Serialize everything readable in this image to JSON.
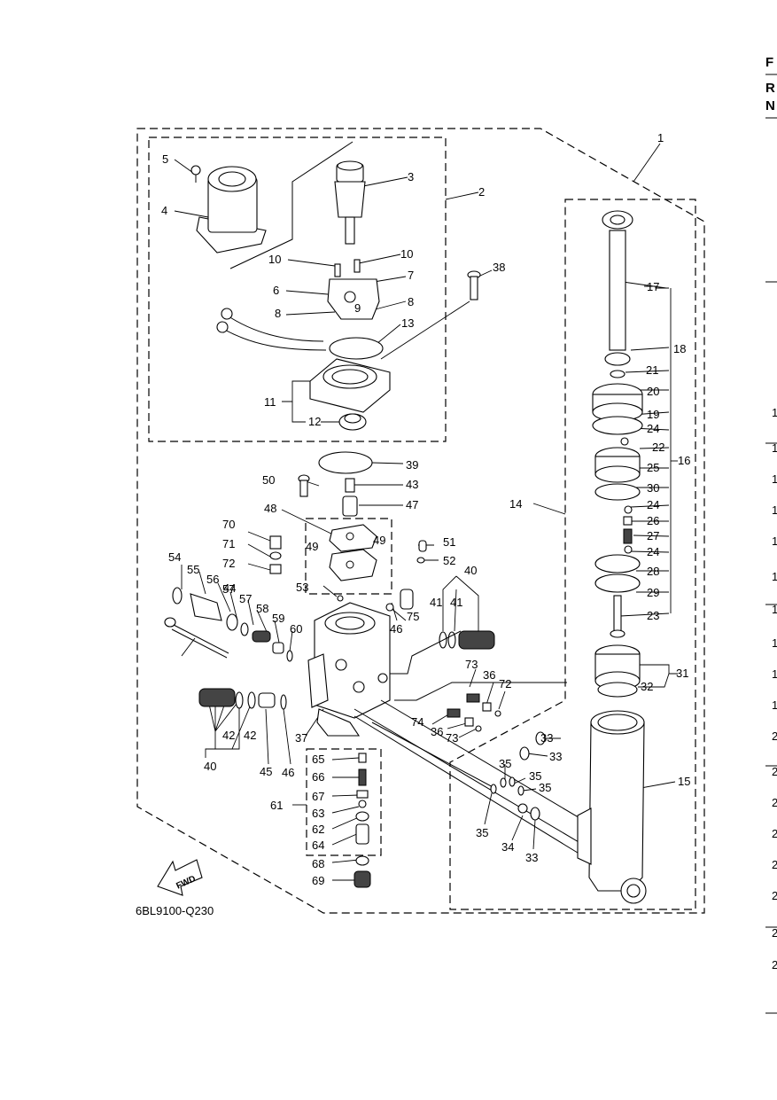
{
  "reference_code": "6BL9100-Q230",
  "fwd_label": "FWD",
  "edge_letters": [
    "F",
    "R",
    "N"
  ],
  "edge_digits": [
    "1",
    "1",
    "1",
    "1",
    "1",
    "1",
    "1",
    "1",
    "1",
    "1",
    "2",
    "2",
    "2",
    "2",
    "2",
    "2",
    "2",
    "2"
  ],
  "callouts": [
    {
      "n": "1"
    },
    {
      "n": "2"
    },
    {
      "n": "3"
    },
    {
      "n": "4"
    },
    {
      "n": "5"
    },
    {
      "n": "6"
    },
    {
      "n": "7"
    },
    {
      "n": "8"
    },
    {
      "n": "8"
    },
    {
      "n": "9"
    },
    {
      "n": "10"
    },
    {
      "n": "10"
    },
    {
      "n": "11"
    },
    {
      "n": "12"
    },
    {
      "n": "13"
    },
    {
      "n": "14"
    },
    {
      "n": "15"
    },
    {
      "n": "16"
    },
    {
      "n": "17"
    },
    {
      "n": "18"
    },
    {
      "n": "19"
    },
    {
      "n": "20"
    },
    {
      "n": "21"
    },
    {
      "n": "22"
    },
    {
      "n": "23"
    },
    {
      "n": "24"
    },
    {
      "n": "24"
    },
    {
      "n": "24"
    },
    {
      "n": "25"
    },
    {
      "n": "26"
    },
    {
      "n": "27"
    },
    {
      "n": "28"
    },
    {
      "n": "29"
    },
    {
      "n": "30"
    },
    {
      "n": "31"
    },
    {
      "n": "32"
    },
    {
      "n": "33"
    },
    {
      "n": "33"
    },
    {
      "n": "33"
    },
    {
      "n": "34"
    },
    {
      "n": "35"
    },
    {
      "n": "35"
    },
    {
      "n": "35"
    },
    {
      "n": "35"
    },
    {
      "n": "36"
    },
    {
      "n": "36"
    },
    {
      "n": "37"
    },
    {
      "n": "38"
    },
    {
      "n": "39"
    },
    {
      "n": "40"
    },
    {
      "n": "40"
    },
    {
      "n": "41"
    },
    {
      "n": "41"
    },
    {
      "n": "42"
    },
    {
      "n": "42"
    },
    {
      "n": "43"
    },
    {
      "n": "44"
    },
    {
      "n": "45"
    },
    {
      "n": "46"
    },
    {
      "n": "46"
    },
    {
      "n": "47"
    },
    {
      "n": "48"
    },
    {
      "n": "49"
    },
    {
      "n": "49"
    },
    {
      "n": "50"
    },
    {
      "n": "51"
    },
    {
      "n": "52"
    },
    {
      "n": "53"
    },
    {
      "n": "54"
    },
    {
      "n": "55"
    },
    {
      "n": "56"
    },
    {
      "n": "57"
    },
    {
      "n": "57"
    },
    {
      "n": "58"
    },
    {
      "n": "59"
    },
    {
      "n": "60"
    },
    {
      "n": "61"
    },
    {
      "n": "62"
    },
    {
      "n": "63"
    },
    {
      "n": "64"
    },
    {
      "n": "65"
    },
    {
      "n": "66"
    },
    {
      "n": "67"
    },
    {
      "n": "68"
    },
    {
      "n": "69"
    },
    {
      "n": "70"
    },
    {
      "n": "71"
    },
    {
      "n": "72"
    },
    {
      "n": "72"
    },
    {
      "n": "73"
    },
    {
      "n": "73"
    },
    {
      "n": "74"
    },
    {
      "n": "75"
    }
  ]
}
